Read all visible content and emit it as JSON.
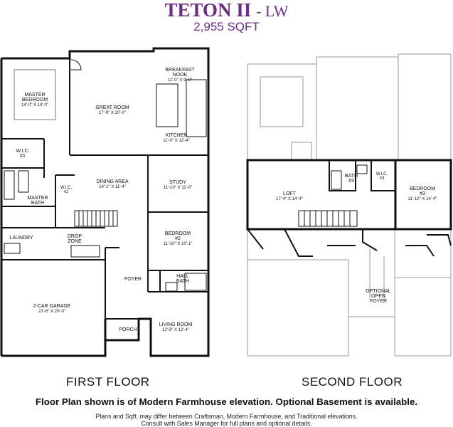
{
  "header": {
    "title": "TETON II",
    "title_suffix": "- LW",
    "sqft": "2,955 SQFT"
  },
  "first_floor": {
    "label": "FIRST FLOOR",
    "rooms": [
      {
        "name": "MASTER BEDROOM",
        "line1": "MASTER",
        "line2": "BEDROOM",
        "dims": "14'-0\" X 14'-0\""
      },
      {
        "name": "GREAT ROOM",
        "dims": "17'-9\" X 20'-0\""
      },
      {
        "name": "BREAKFAST NOOK",
        "line1": "BREAKFAST",
        "line2": "NOOK",
        "dims": "11'-0\" X 9'-8\""
      },
      {
        "name": "KITCHEN",
        "dims": "11'-0\" X 12'-4\""
      },
      {
        "name": "W.I.C. #1",
        "line1": "W.I.C.",
        "line2": "#1"
      },
      {
        "name": "W.I.C. #2",
        "line1": "W.I.C.",
        "line2": "#2"
      },
      {
        "name": "DINING AREA",
        "dims": "14'-1\" X 11'-4\""
      },
      {
        "name": "STUDY",
        "dims": "11'-10\" X 11'-0\""
      },
      {
        "name": "MASTER BATH",
        "line1": "MASTER",
        "line2": "BATH"
      },
      {
        "name": "LAUNDRY"
      },
      {
        "name": "DROP ZONE",
        "line1": "DROP",
        "line2": "ZONE"
      },
      {
        "name": "BEDROOM #2",
        "line1": "BEDROOM",
        "line2": "#2",
        "dims": "11'-10\" X 10'-1\""
      },
      {
        "name": "FOYER"
      },
      {
        "name": "HALL BATH",
        "line1": "HALL",
        "line2": "BATH"
      },
      {
        "name": "2-CAR GARAGE",
        "dims": "21'-6\" X 20'-0\""
      },
      {
        "name": "PORCH"
      },
      {
        "name": "LIVING ROOM",
        "dims": "12'-8\" X 12'-4\""
      }
    ]
  },
  "second_floor": {
    "label": "SECOND FLOOR",
    "rooms": [
      {
        "name": "LOFT",
        "dims": "17'-4\" X 14'-4\""
      },
      {
        "name": "BATH #3",
        "line1": "BATH",
        "line2": "#3"
      },
      {
        "name": "W.I.C. #3",
        "line1": "W.I.C.",
        "line2": "#3"
      },
      {
        "name": "BEDROOM #3",
        "line1": "BEDROOM",
        "line2": "#3",
        "dims": "11'-10\" X 14'-4\""
      },
      {
        "name": "OPTIONAL OPEN FOYER",
        "line1": "OPTIONAL",
        "line2": "OPEN",
        "line3": "FOYER"
      }
    ]
  },
  "footer": {
    "note": "Floor Plan shown is of Modern Farmhouse elevation. Optional Basement is available.",
    "disclaimer_line1": "Plans and Sqft. may differ between Craftsman, Modern Farmhouse, and Traditional elevations.",
    "disclaimer_line2": "Consult with Sales Manager for full plans and optional details."
  }
}
